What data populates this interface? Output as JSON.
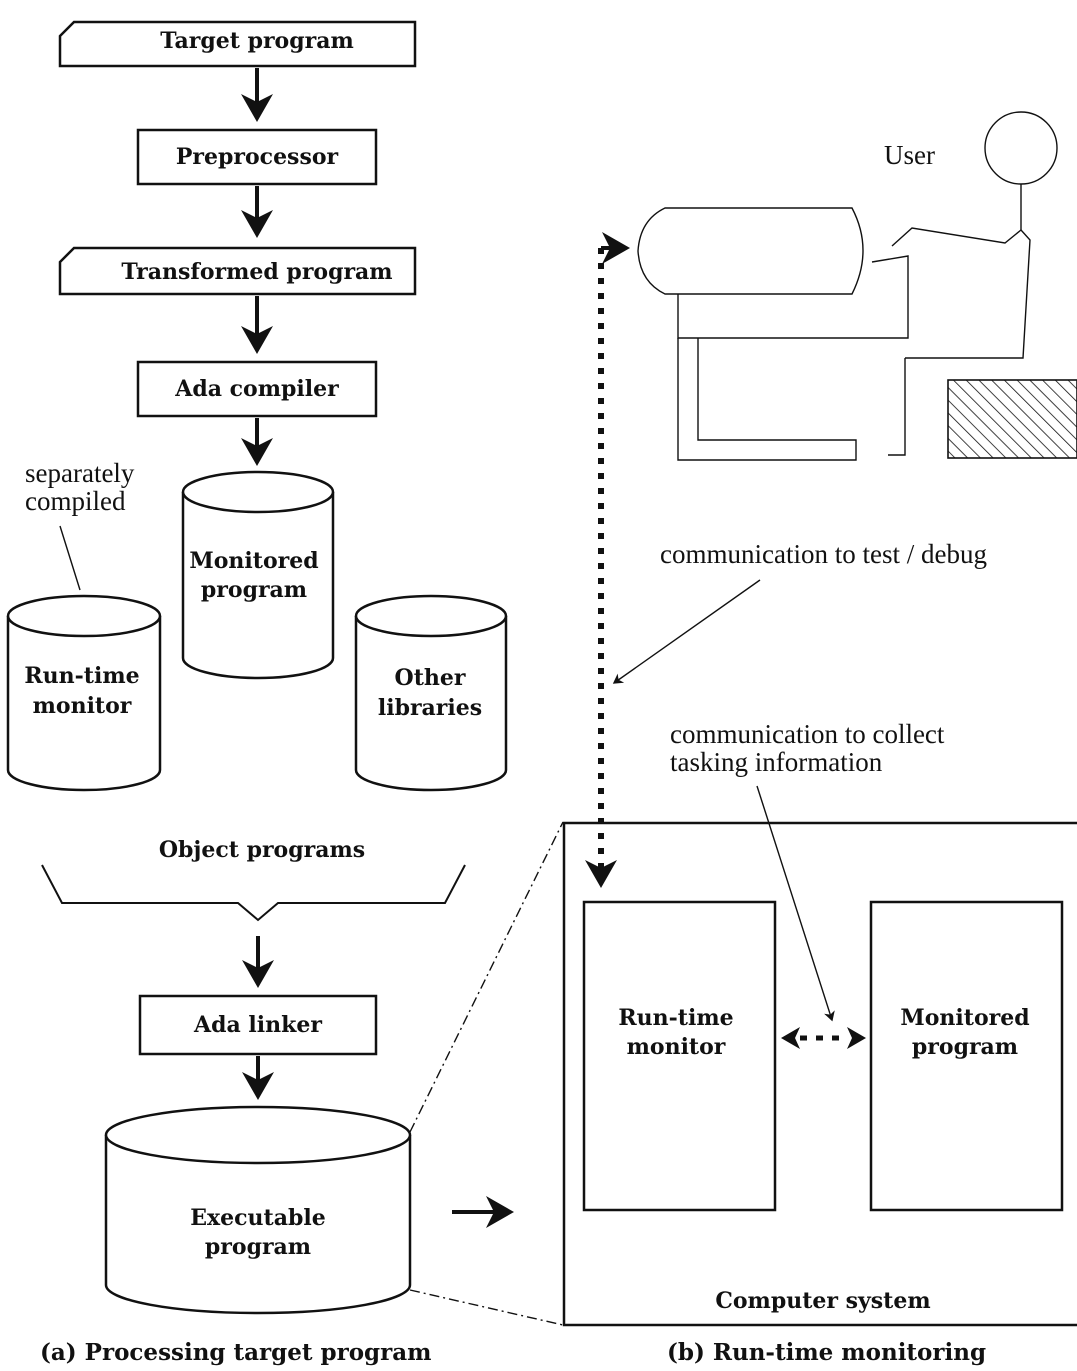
{
  "panel_a": {
    "target_program": "Target program",
    "preprocessor": "Preprocessor",
    "transformed_program": "Transformed program",
    "ada_compiler": "Ada compiler",
    "separately_compiled_line1": "separately",
    "separately_compiled_line2": "compiled",
    "monitored_program_line1": "Monitored",
    "monitored_program_line2": "program",
    "runtime_monitor_line1": "Run-time",
    "runtime_monitor_line2": "monitor",
    "other_libraries_line1": "Other",
    "other_libraries_line2": "libraries",
    "object_programs": "Object programs",
    "ada_linker": "Ada linker",
    "executable_program_line1": "Executable",
    "executable_program_line2": "program",
    "caption": "(a)  Processing target program"
  },
  "panel_b": {
    "user": "User",
    "comm_test_debug": "communication to test / debug",
    "comm_collect_line1": "communication to collect",
    "comm_collect_line2": "tasking information",
    "runtime_monitor_line1": "Run-time",
    "runtime_monitor_line2": "monitor",
    "monitored_program_line1": "Monitored",
    "monitored_program_line2": "program",
    "computer_system": "Computer system",
    "caption": "(b)  Run-time monitoring"
  }
}
